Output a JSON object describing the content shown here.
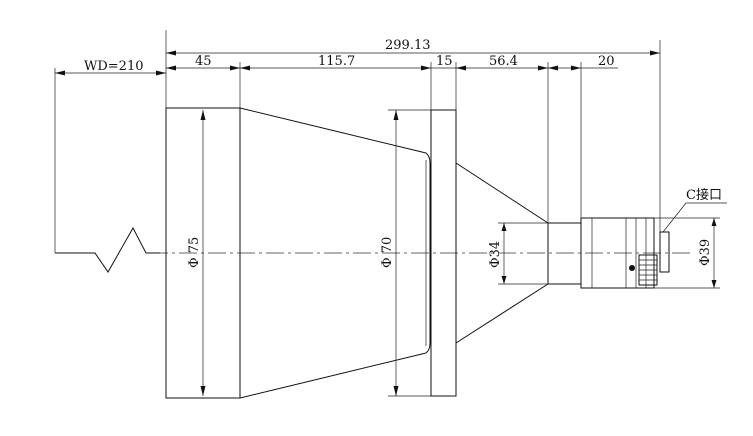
{
  "dimensions": {
    "working_distance": "WD=210",
    "overall_length": "299.13",
    "seg_front": "45",
    "seg_taper": "115.7",
    "seg_flange": "15",
    "seg_rear_taper": "56.4",
    "seg_mount": "20",
    "dia_front": "Φ 75",
    "dia_flange": "Φ 70",
    "dia_neck": "Φ34",
    "dia_mount": "Φ39"
  },
  "labels": {
    "mount_type": "C接口"
  },
  "colors": {
    "line": "#111111",
    "background": "#ffffff"
  }
}
